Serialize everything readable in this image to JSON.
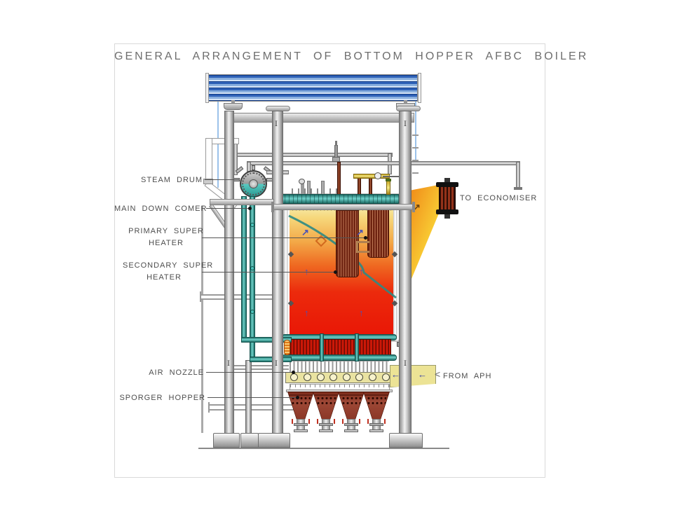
{
  "title": "GENERAL ARRANGEMENT OF BOTTOM HOPPER AFBC BOILER",
  "labels": {
    "steam_drum": "STEAM DRUM",
    "main_down_comer": "MAIN DOWN COMER",
    "primary_super_heater_line1": "PRIMARY SUPER",
    "primary_super_heater_line2": "HEATER",
    "secondary_super_heater_line1": "SECONDARY SUPER",
    "secondary_super_heater_line2": "HEATER",
    "air_nozzle": "AIR NOZZLE",
    "sporger_hopper": "SPORGER HOPPER",
    "to_economiser": "TO ECONOMISER",
    "from_aph": "FROM APH"
  },
  "icons": {
    "flow_up_arrow": "↑",
    "flow_diagonal_arrow": "↗",
    "air_flow_left_arrow": "←",
    "flue_gas_arrow": "↗",
    "leader_brace": "<"
  },
  "colors": {
    "roof_beam_blue": "#1c4f9e",
    "steel_gray": "#b5b5b5",
    "water_teal": "#4cc4bc",
    "pipe_teal": "#2e8a84",
    "furnace_yellow": "#f6eeb2",
    "furnace_orange": "#f09035",
    "furnace_red": "#e91505",
    "superheater_maroon": "#73250f",
    "bed_coil_red": "#cc1808",
    "hopper_brown": "#9a4330",
    "plenum_yellow": "#e9e2a0",
    "aph_duct_yellow": "#ece395",
    "flow_arrow_blue": "#4a52b8",
    "economiser_dark_red": "#93321a"
  }
}
